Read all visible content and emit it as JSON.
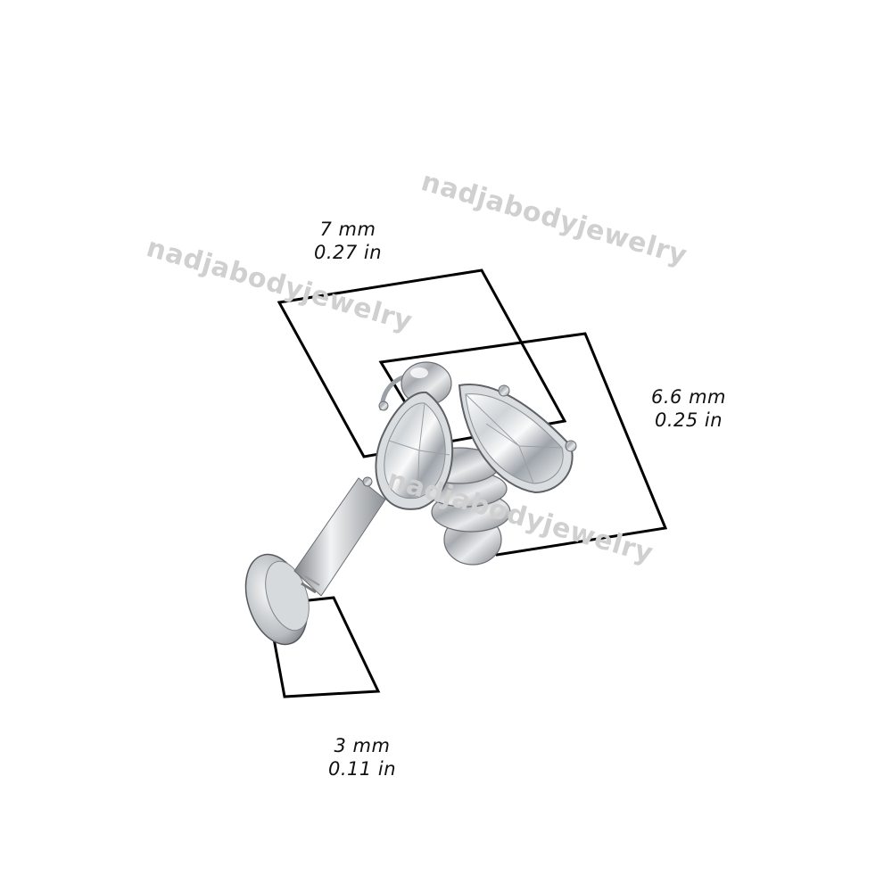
{
  "watermark": "nadjabodyjewelry",
  "dimensions": {
    "width": {
      "mm": "7 mm",
      "inch": "0.27 in"
    },
    "height": {
      "mm": "6.6 mm",
      "inch": "0.25 in"
    },
    "disc": {
      "mm": "3 mm",
      "inch": "0.11 in"
    }
  },
  "colors": {
    "background": "#ffffff",
    "outline": "#000000",
    "metal": "#b9bcc0",
    "watermark": "#d0d0d0"
  }
}
